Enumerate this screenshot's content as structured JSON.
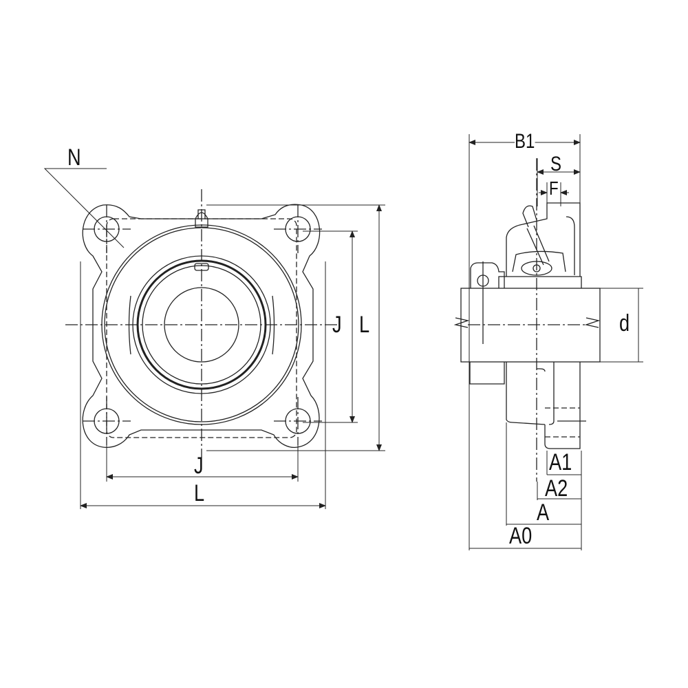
{
  "front_view": {
    "labels": {
      "n": "N",
      "j_vertical": "J",
      "l_vertical": "L",
      "j_horizontal": "J",
      "l_horizontal": "L"
    }
  },
  "side_view": {
    "labels": {
      "b1": "B1",
      "s": "S",
      "f": "F",
      "d": "d",
      "a1": "A1",
      "a2": "A2",
      "a": "A",
      "a0": "A0"
    }
  },
  "colors": {
    "line": "#222222",
    "background": "#ffffff"
  }
}
